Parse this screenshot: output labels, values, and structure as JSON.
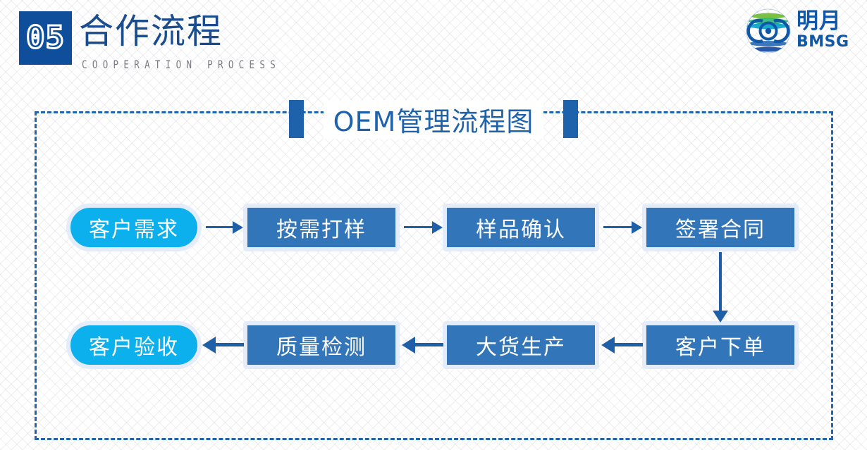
{
  "header": {
    "section_number": "05",
    "title_cn": "合作流程",
    "title_en": "COOPERATION PROCESS"
  },
  "logo": {
    "icon": "mingyue-circular-emblem-icon",
    "name_cn": "明月",
    "name_en": "BMSG"
  },
  "chart": {
    "title": "OEM管理流程图",
    "left_bar": "",
    "right_bar": ""
  },
  "flow": {
    "row_top": [
      {
        "label": "客户需求",
        "shape": "pill",
        "style": "cyan"
      },
      {
        "label": "按需打样",
        "shape": "rect",
        "style": "blue"
      },
      {
        "label": "样品确认",
        "shape": "rect",
        "style": "blue"
      },
      {
        "label": "签署合同",
        "shape": "rect",
        "style": "blue"
      }
    ],
    "row_bottom": [
      {
        "label": "客户验收",
        "shape": "pill",
        "style": "cyan"
      },
      {
        "label": "质量检测",
        "shape": "rect",
        "style": "blue"
      },
      {
        "label": "大货生产",
        "shape": "rect",
        "style": "blue"
      },
      {
        "label": "客户下单",
        "shape": "rect",
        "style": "blue"
      }
    ],
    "connectors": [
      {
        "from": "客户需求",
        "to": "按需打样",
        "direction": "right"
      },
      {
        "from": "按需打样",
        "to": "样品确认",
        "direction": "right"
      },
      {
        "from": "样品确认",
        "to": "签署合同",
        "direction": "right"
      },
      {
        "from": "签署合同",
        "to": "客户下单",
        "direction": "down"
      },
      {
        "from": "客户下单",
        "to": "大货生产",
        "direction": "left"
      },
      {
        "from": "大货生产",
        "to": "质量检测",
        "direction": "left"
      },
      {
        "from": "质量检测",
        "to": "客户验收",
        "direction": "left"
      }
    ]
  },
  "colors": {
    "brand_dark_blue": "#0e4e9b",
    "node_blue": "#3275b8",
    "node_cyan": "#0cb0ec",
    "node_frame": "#e3ecf8",
    "arrow": "#1f5fa8",
    "dashed_border": "#2064ad",
    "title_text": "#1f62ac",
    "subtitle_gray": "#7b7b82"
  }
}
